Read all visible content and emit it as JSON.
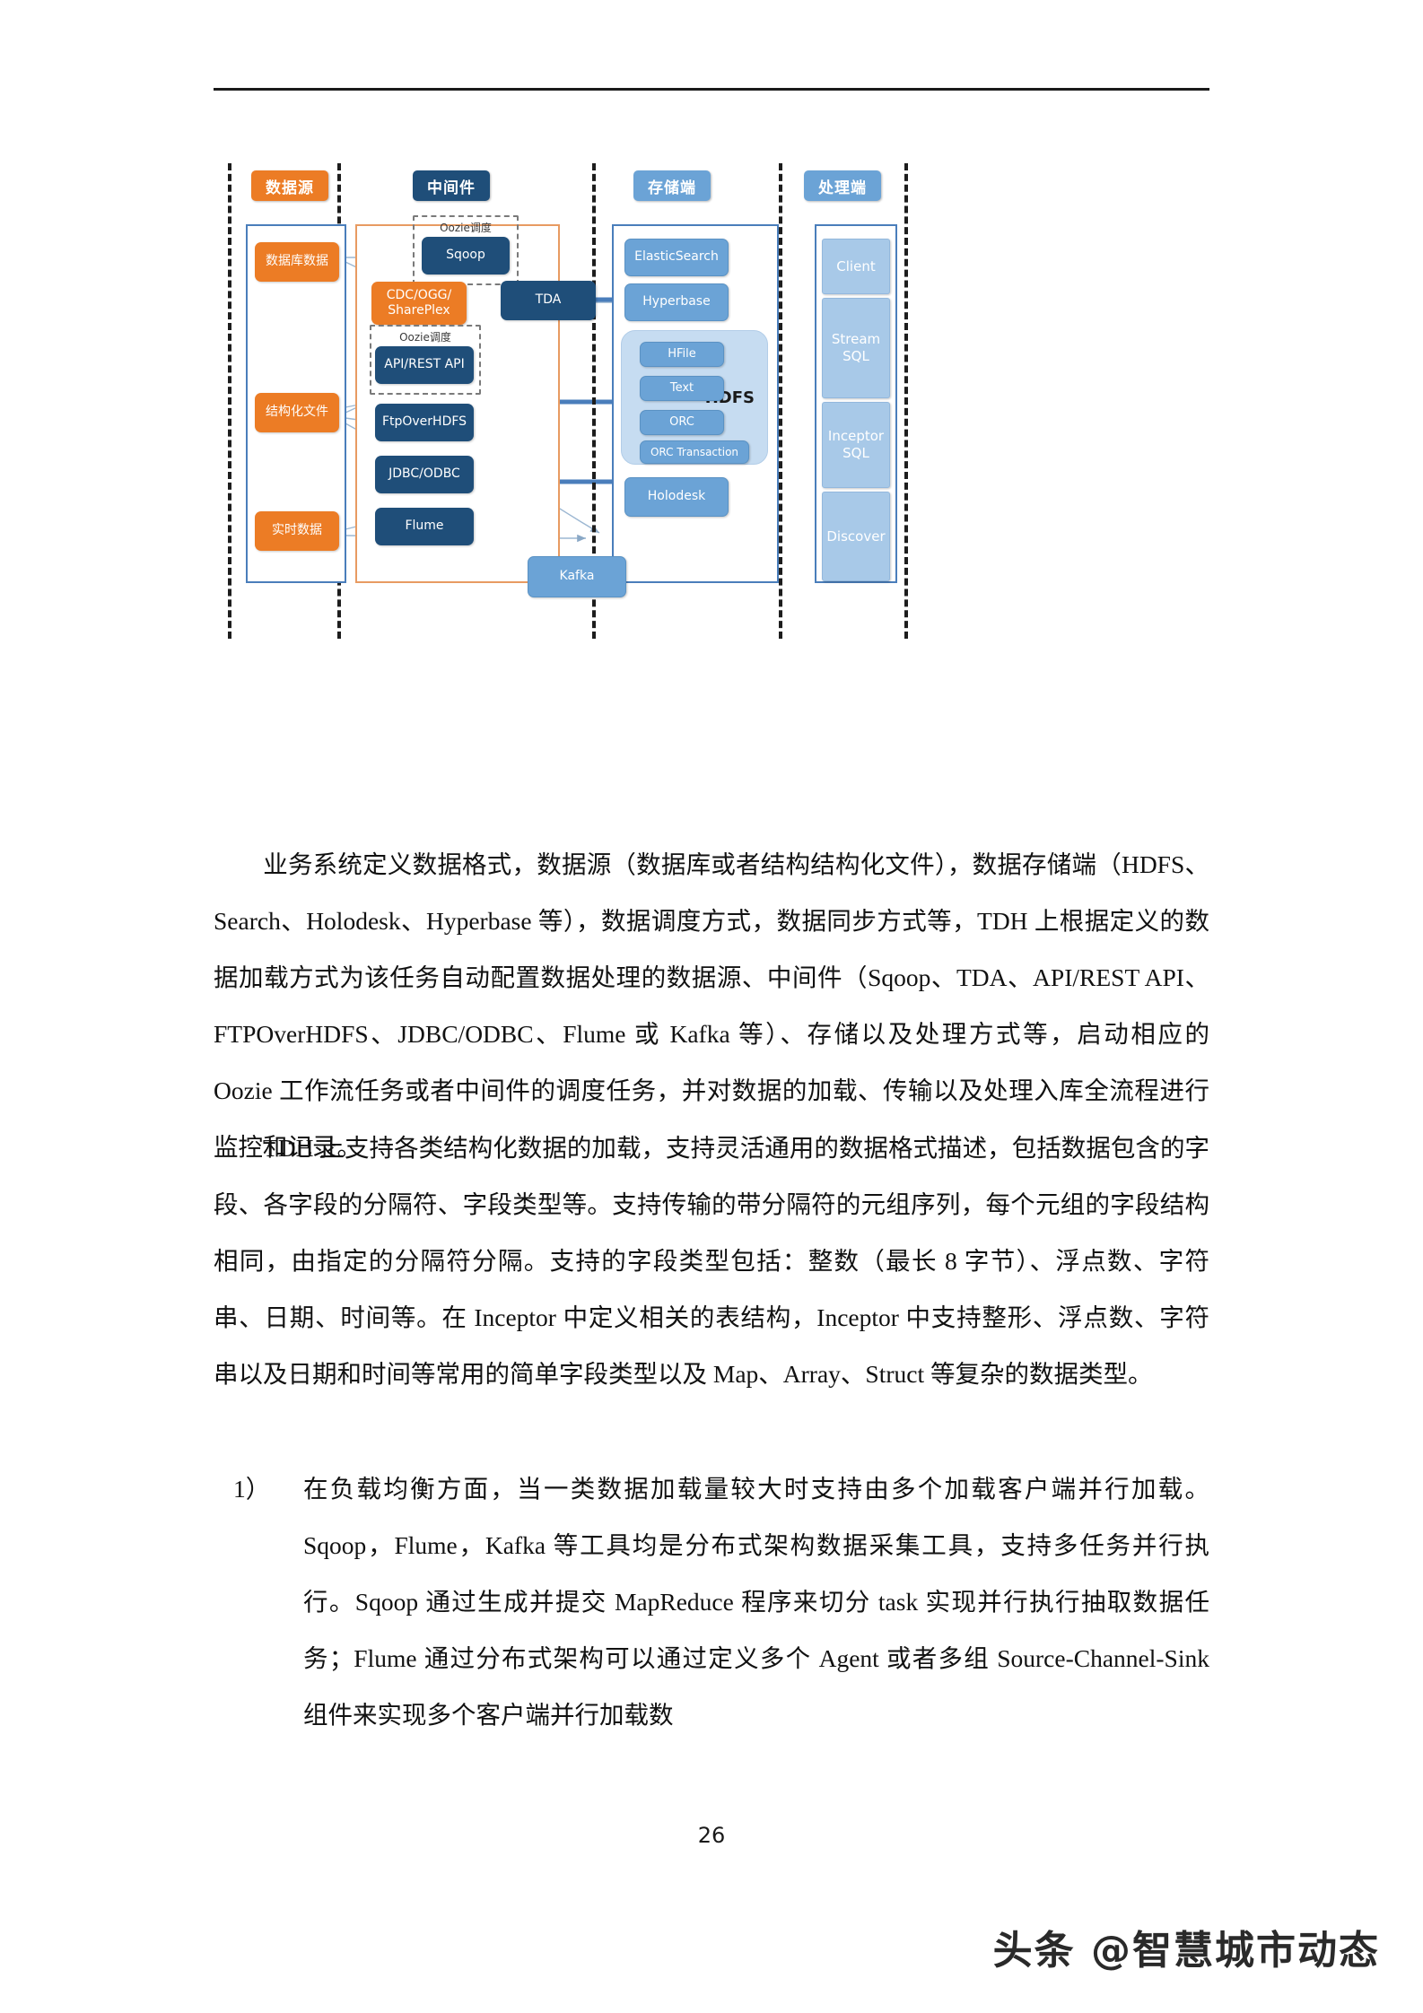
{
  "document": {
    "page_number": "26",
    "watermark": "头条 @智慧城市动态"
  },
  "diagram": {
    "lanes": [
      {
        "title": "数据源",
        "color": "#ec7c25"
      },
      {
        "title": "中间件",
        "color": "#1f4e79"
      },
      {
        "title": "存储端",
        "color": "#6ba3d6"
      },
      {
        "title": "处理端",
        "color": "#6ba3d6"
      }
    ],
    "source_nodes": [
      {
        "label": "数据库数据"
      },
      {
        "label": "结构化文件"
      },
      {
        "label": "实时数据"
      }
    ],
    "middleware_nodes": [
      {
        "label": "Sqoop",
        "group": "Oozie调度"
      },
      {
        "label": "CDC/OGG/\nSharePlex"
      },
      {
        "label": "TDA"
      },
      {
        "label": "API/REST API",
        "group": "Oozie调度"
      },
      {
        "label": "FtpOverHDFS"
      },
      {
        "label": "JDBC/ODBC"
      },
      {
        "label": "Flume"
      },
      {
        "label": "Kafka"
      }
    ],
    "middleware_group_labels": {
      "sqoop_group": "Oozie调度",
      "api_group": "Oozie调度"
    },
    "cdc_line1": "CDC/OGG/",
    "cdc_line2": "SharePlex",
    "storage_nodes": [
      {
        "label": "ElasticSearch"
      },
      {
        "label": "Hyperbase"
      },
      {
        "label": "Holodesk"
      }
    ],
    "hdfs": {
      "label": "HDFS",
      "formats": [
        "HFile",
        "Text",
        "ORC",
        "ORC Transaction"
      ]
    },
    "processing_nodes": [
      {
        "label": "Client"
      },
      {
        "label": "Stream\nSQL",
        "line1": "Stream",
        "line2": "SQL"
      },
      {
        "label": "Inceptor\nSQL",
        "line1": "Inceptor",
        "line2": "SQL"
      },
      {
        "label": "Discover"
      }
    ],
    "processing_labels": {
      "client": "Client",
      "stream_1": "Stream",
      "stream_2": "SQL",
      "inceptor_1": "Inceptor",
      "inceptor_2": "SQL",
      "discover": "Discover"
    }
  },
  "body": {
    "paragraph_1": "业务系统定义数据格式，数据源（数据库或者结构结构化文件），数据存储端（HDFS、Search、Holodesk、Hyperbase 等），数据调度方式，数据同步方式等，TDH 上根据定义的数据加载方式为该任务自动配置数据处理的数据源、中间件（Sqoop、TDA、API/REST API、FTPOverHDFS、JDBC/ODBC、Flume 或 Kafka 等）、存储以及处理方式等，启动相应的 Oozie 工作流任务或者中间件的调度任务，并对数据的加载、传输以及处理入库全流程进行监控和记录。",
    "paragraph_2": "TDH 上支持各类结构化数据的加载，支持灵活通用的数据格式描述，包括数据包含的字段、各字段的分隔符、字段类型等。支持传输的带分隔符的元组序列，每个元组的字段结构相同，由指定的分隔符分隔。支持的字段类型包括：整数（最长 8 字节）、浮点数、字符串、日期、时间等。在 Inceptor 中定义相关的表结构，Inceptor 中支持整形、浮点数、字符串以及日期和时间等常用的简单字段类型以及 Map、Array、Struct 等复杂的数据类型。",
    "list_item_1_marker": "1）",
    "list_item_1_text": "在负载均衡方面，当一类数据加载量较大时支持由多个加载客户端并行加载。Sqoop，Flume，Kafka 等工具均是分布式架构数据采集工具，支持多任务并行执行。Sqoop 通过生成并提交 MapReduce 程序来切分 task 实现并行执行抽取数据任务；Flume 通过分布式架构可以通过定义多个 Agent 或者多组 Source-Channel-Sink 组件来实现多个客户端并行加载数"
  }
}
